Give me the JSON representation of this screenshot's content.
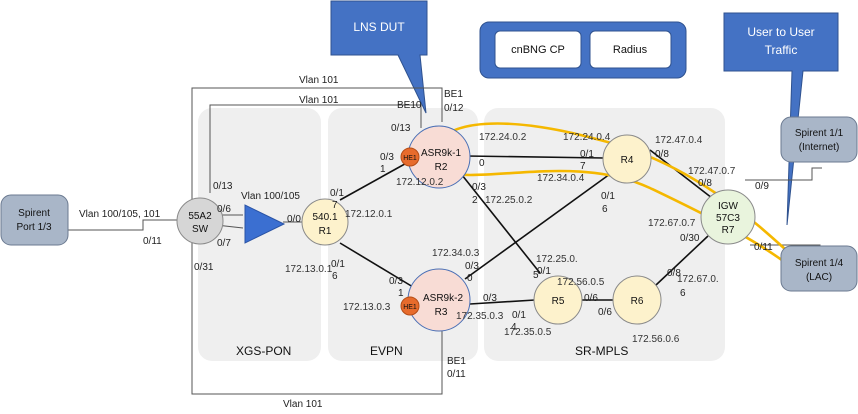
{
  "callouts": {
    "lns_dut": "LNS DUT",
    "user_traffic_line1": "User to User",
    "user_traffic_line2": "Traffic"
  },
  "control_plane": {
    "cnbng": "cnBNG CP",
    "radius": "Radius"
  },
  "zones": {
    "xgs_pon": "XGS-PON",
    "evpn": "EVPN",
    "sr_mpls": "SR-MPLS"
  },
  "spirent": {
    "port13_line1": "Spirent",
    "port13_line2": "Port 1/3",
    "internet_line1": "Spirent 1/1",
    "internet_line2": "(Internet)",
    "lac_line1": "Spirent 1/4",
    "lac_line2": "(LAC)"
  },
  "nodes": {
    "sw_line1": "55A2",
    "sw_line2": "SW",
    "r1_line1": "540.1",
    "r1_line2": "R1",
    "r2_line1": "ASR9k-1",
    "r2_line2": "R2",
    "r3_line1": "ASR9k-2",
    "r3_line2": "R3",
    "r4": "R4",
    "r5": "R5",
    "r6": "R6",
    "r7_line1": "IGW",
    "r7_line2": "57C3",
    "r7_line3": "R7",
    "he1_a": "HE1",
    "he1_b": "HE1"
  },
  "labels": {
    "vlan101_top": "Vlan 101",
    "vlan101_inner": "Vlan 101",
    "vlan101_bottom": "Vlan 101",
    "vlan100_105_101": "Vlan 100/105, 101",
    "vlan100_105": "Vlan 100/105",
    "p0_11_left": "0/11",
    "p0_13_sw": "0/13",
    "p0_6_sw": "0/6",
    "p0_7_sw": "0/7",
    "p0_31_sw": "0/31",
    "p0_0_r1": "0/0",
    "be10": "BE10",
    "be1_top": "BE1",
    "p0_12": "0/12",
    "p0_13_r2": "0/13",
    "p0_1_r1_up": "0/1",
    "p7_r1": "7",
    "ip_172_12_0_1": "172.12.0.1",
    "p0_1_r1_down": "0/1",
    "p6_r1": "6",
    "ip_172_13_0_1": "172.13.0.1",
    "p0_3_r2": "0/3",
    "p1_r2": "1",
    "ip_172_12_0_2": "172.12.0.2",
    "ip_172_24_0_2": "172.24.0.2",
    "p0_r2": "0",
    "p0_3_r2_down": "0/3",
    "p2_r2": "2",
    "ip_172_25_0_2": "172.25.0.2",
    "ip_172_24_0_4": "172.24.0.4",
    "p0_1_r4a": "0/1",
    "p7_r4": "7",
    "ip_172_34_0_4": "172.34.0.4",
    "p0_1_r4b": "0/1",
    "p6_r4": "6",
    "ip_172_47_0_4": "172.47.0.4",
    "p0_8_r4": "0/8",
    "ip_172_47_0_7": "172.47.0.7",
    "p0_8_r7": "0/8",
    "p0_9_r7": "0/9",
    "p0_11_r7": "0/11",
    "p0_30_r7": "0/30",
    "ip_172_67_0_7": "172.67.0.7",
    "ip_172_67_0": "172.67.0.",
    "p6_r6": "6",
    "p0_8_r6": "0/8",
    "ip_172_34_0_3": "172.34.0.3",
    "p0_3_r3": "0/3",
    "p0_r3": "0",
    "ip_172_25_0": "172.25.0.",
    "p0_1_r5": "0/1",
    "p5_r5": "5",
    "p0_3_r3b": "0/3",
    "p1_r3": "1",
    "ip_172_13_0_3": "172.13.0.3",
    "p0_3_r3c": "0/3",
    "ip_172_35_0_3": "172.35.0.3",
    "p0_1_r5b": "0/1",
    "p4_r5": "4",
    "ip_172_35_0_5": "172.35.0.5",
    "ip_172_56_0_5": "172.56.0.5",
    "p0_6_r5": "0/6",
    "p0_6_r6": "0/6",
    "ip_172_56_0_6": "172.56.0.6",
    "be1_bottom": "BE1",
    "p0_11_r3": "0/11"
  },
  "colors": {
    "callout_blue": "#4472c4",
    "callout_border": "#2f528f",
    "zone_gray": "#efefef",
    "node_fill": "#fdf2cc",
    "node_stroke": "#8a8a8a",
    "dut_fill": "#f8dcd5",
    "dut_stroke": "#4a6fb5",
    "he1_fill": "#e76b2c",
    "spirent_fill": "#a9b6c8",
    "sw_fill": "#d6d6d6",
    "traffic_yellow": "#f5b800",
    "triangle_blue": "#3b6fd1"
  }
}
